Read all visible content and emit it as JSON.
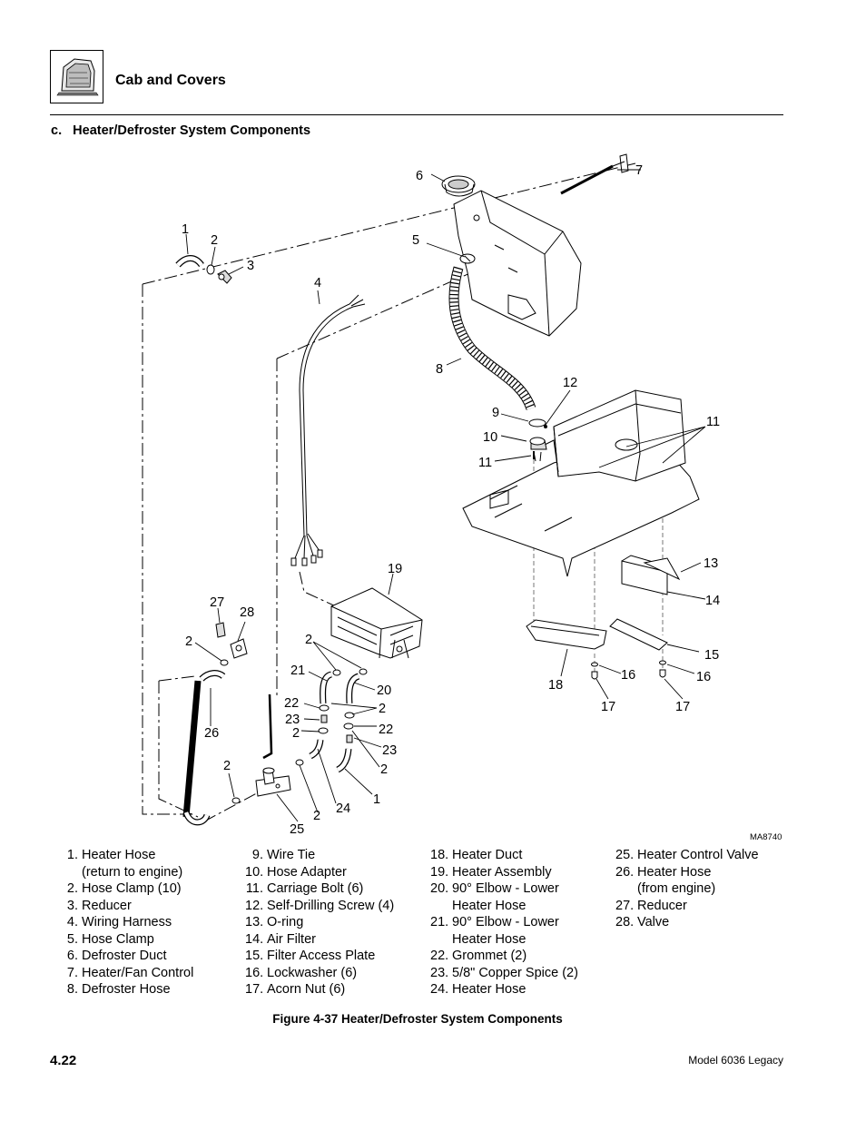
{
  "header": {
    "section": "Cab and Covers"
  },
  "section_title": "c.   Heater/Defroster System Components",
  "drawing_code": "MA8740",
  "callouts": [
    {
      "id": "c1",
      "label": "1"
    },
    {
      "id": "c2",
      "label": "2"
    },
    {
      "id": "c3",
      "label": "3"
    },
    {
      "id": "c4",
      "label": "4"
    },
    {
      "id": "c5",
      "label": "5"
    },
    {
      "id": "c6",
      "label": "6"
    },
    {
      "id": "c7",
      "label": "7"
    },
    {
      "id": "c8",
      "label": "8"
    },
    {
      "id": "c9",
      "label": "9"
    },
    {
      "id": "c10",
      "label": "10"
    },
    {
      "id": "c11a",
      "label": "11"
    },
    {
      "id": "c11b",
      "label": "11"
    },
    {
      "id": "c12",
      "label": "12"
    },
    {
      "id": "c13",
      "label": "13"
    },
    {
      "id": "c14",
      "label": "14"
    },
    {
      "id": "c15",
      "label": "15"
    },
    {
      "id": "c16a",
      "label": "16"
    },
    {
      "id": "c16b",
      "label": "16"
    },
    {
      "id": "c17a",
      "label": "17"
    },
    {
      "id": "c17b",
      "label": "17"
    },
    {
      "id": "c18",
      "label": "18"
    },
    {
      "id": "c19",
      "label": "19"
    },
    {
      "id": "c2b",
      "label": "2"
    },
    {
      "id": "c21",
      "label": "21"
    },
    {
      "id": "c20",
      "label": "20"
    },
    {
      "id": "c22a",
      "label": "22"
    },
    {
      "id": "c2c",
      "label": "2"
    },
    {
      "id": "c23a",
      "label": "23"
    },
    {
      "id": "c2d",
      "label": "2"
    },
    {
      "id": "c22b",
      "label": "22"
    },
    {
      "id": "c23b",
      "label": "23"
    },
    {
      "id": "c2e",
      "label": "2"
    },
    {
      "id": "c1b",
      "label": "1"
    },
    {
      "id": "c27",
      "label": "27"
    },
    {
      "id": "c28",
      "label": "28"
    },
    {
      "id": "c2f",
      "label": "2"
    },
    {
      "id": "c26",
      "label": "26"
    },
    {
      "id": "c2g",
      "label": "2"
    },
    {
      "id": "c2h",
      "label": "2"
    },
    {
      "id": "c24",
      "label": "24"
    },
    {
      "id": "c25",
      "label": "25"
    }
  ],
  "legend": {
    "col1": [
      {
        "num": "1.",
        "text": "Heater Hose",
        "text2": "(return to engine)"
      },
      {
        "num": "2.",
        "text": "Hose Clamp (10)"
      },
      {
        "num": "3.",
        "text": "Reducer"
      },
      {
        "num": "4.",
        "text": "Wiring Harness"
      },
      {
        "num": "5.",
        "text": "Hose Clamp"
      },
      {
        "num": "6.",
        "text": "Defroster Duct"
      },
      {
        "num": "7.",
        "text": "Heater/Fan Control"
      },
      {
        "num": "8.",
        "text": "Defroster Hose"
      }
    ],
    "col2": [
      {
        "num": "9.",
        "text": "Wire Tie"
      },
      {
        "num": "10.",
        "text": "Hose Adapter"
      },
      {
        "num": "11.",
        "text": "Carriage Bolt (6)"
      },
      {
        "num": "12.",
        "text": "Self-Drilling Screw (4)"
      },
      {
        "num": "13.",
        "text": "O-ring"
      },
      {
        "num": "14.",
        "text": "Air Filter"
      },
      {
        "num": "15.",
        "text": "Filter Access Plate"
      },
      {
        "num": "16.",
        "text": "Lockwasher (6)"
      },
      {
        "num": "17.",
        "text": "Acorn Nut (6)"
      }
    ],
    "col3": [
      {
        "num": "18.",
        "text": "Heater Duct"
      },
      {
        "num": "19.",
        "text": "Heater Assembly"
      },
      {
        "num": "20.",
        "text": "90° Elbow - Lower",
        "text2": "Heater Hose"
      },
      {
        "num": "21.",
        "text": "90° Elbow - Lower",
        "text2": "Heater Hose"
      },
      {
        "num": "22.",
        "text": "Grommet (2)"
      },
      {
        "num": "23.",
        "text": "5/8\" Copper Spice (2)"
      },
      {
        "num": "24.",
        "text": "Heater Hose"
      }
    ],
    "col4": [
      {
        "num": "25.",
        "text": "Heater Control Valve"
      },
      {
        "num": "26.",
        "text": "Heater Hose",
        "text2": "(from engine)"
      },
      {
        "num": "27.",
        "text": "Reducer"
      },
      {
        "num": "28.",
        "text": "Valve"
      }
    ]
  },
  "figure_caption": "Figure 4-37  Heater/Defroster System Components",
  "footer": {
    "page_number": "4.22",
    "model": "Model  6036 Legacy"
  }
}
